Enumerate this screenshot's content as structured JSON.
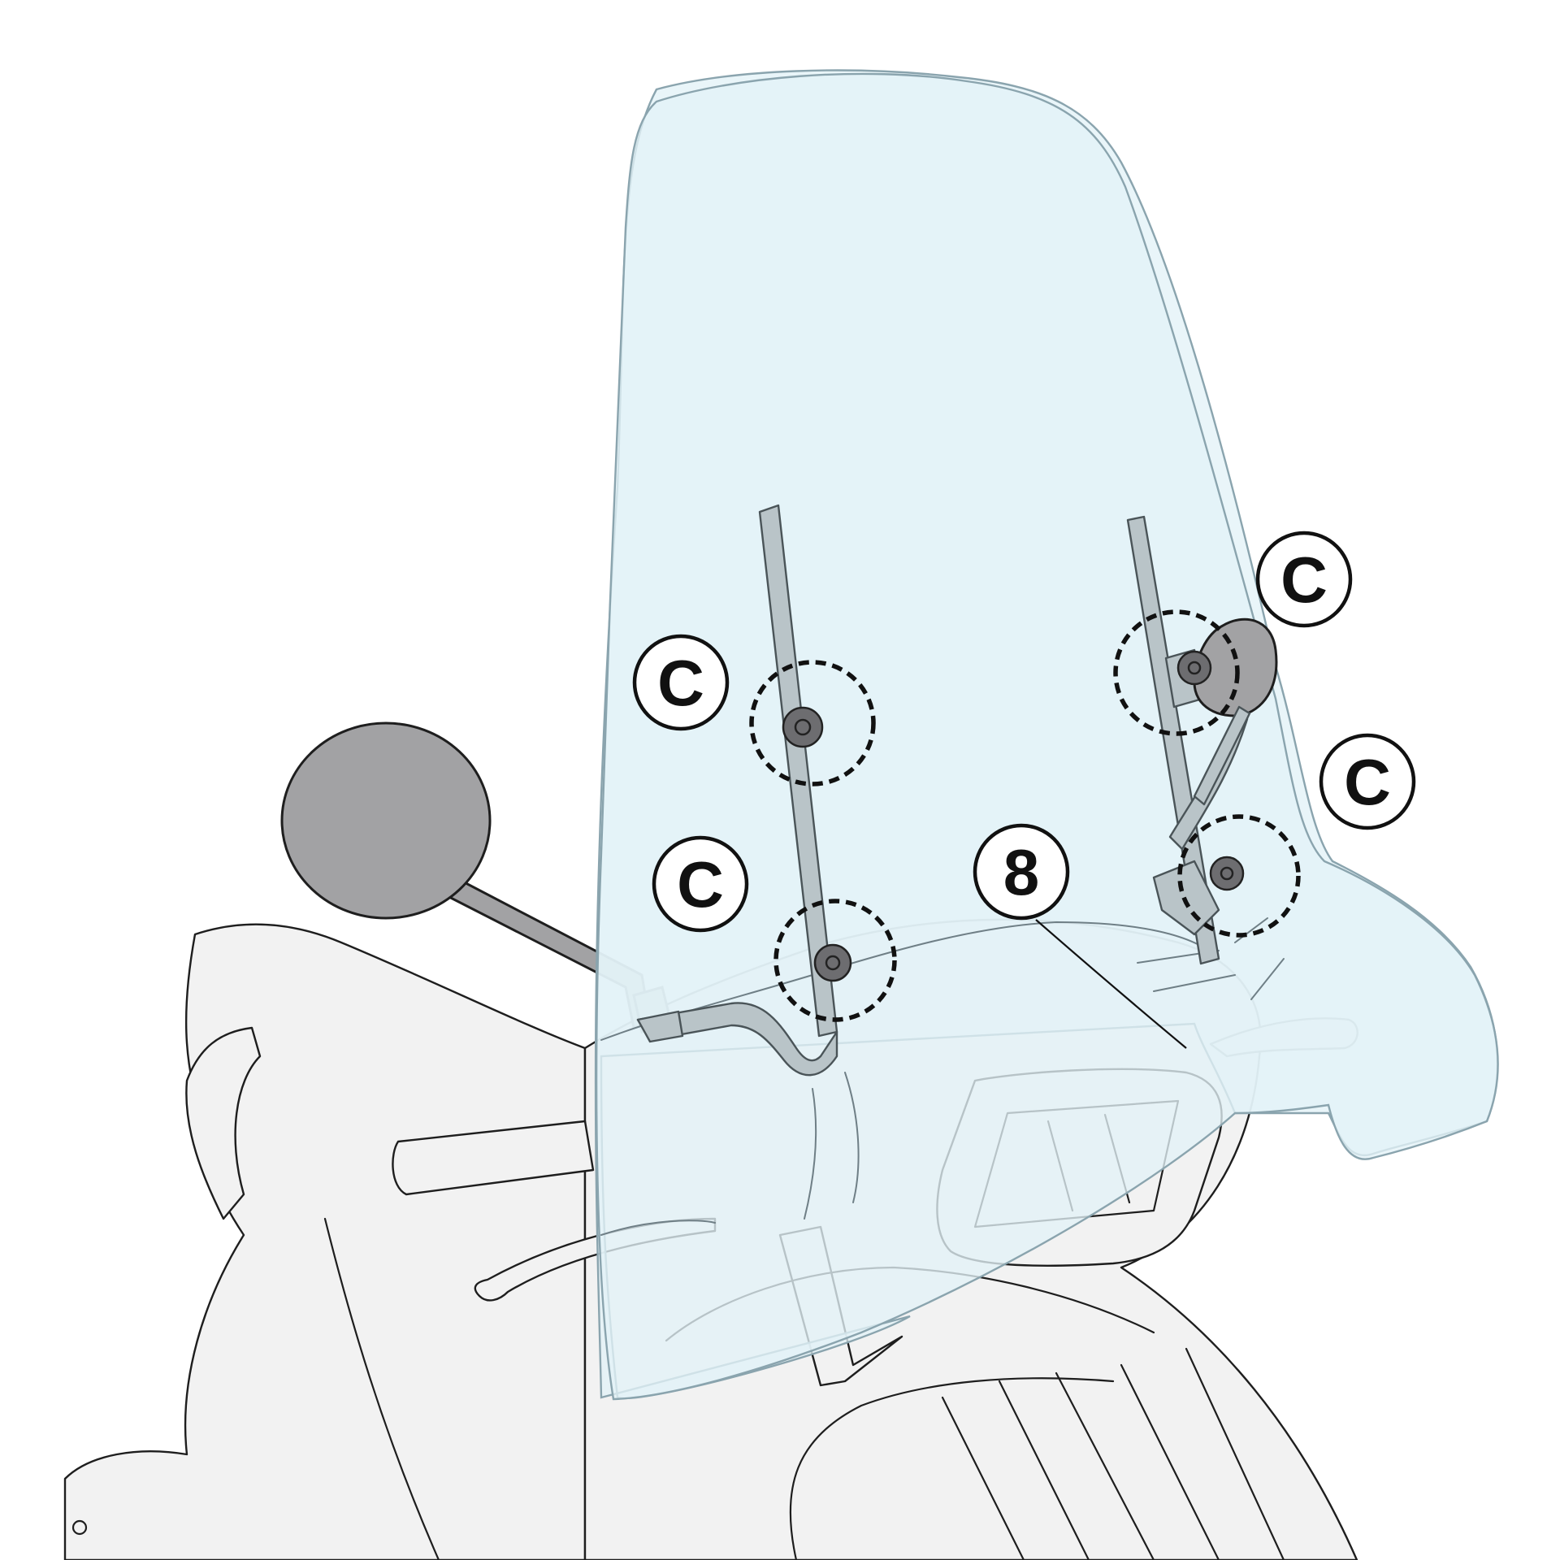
{
  "callouts": [
    {
      "id": "c1",
      "label": "C"
    },
    {
      "id": "c2",
      "label": "C"
    },
    {
      "id": "c3",
      "label": "C"
    },
    {
      "id": "c4",
      "label": "C"
    },
    {
      "id": "p8",
      "label": "8"
    }
  ],
  "colors": {
    "windscreen_fill": "#e3f2f7",
    "windscreen_stroke": "#8aa4ae",
    "scooter_body": "#f2f2f2",
    "mirror": "#a2a2a4",
    "bracket": "#b9c4c8",
    "outline": "#1e1e1e"
  }
}
